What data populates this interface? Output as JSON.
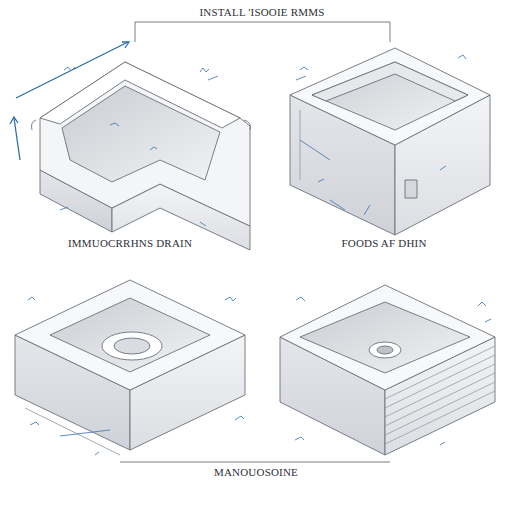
{
  "diagram": {
    "title": "INSTALL 'ISOOIE RMMS",
    "caption": "MANOUOSOINE",
    "labels": [
      "IMMUOCRRHNS DRAIN",
      "FOODS AF DHIN"
    ]
  }
}
